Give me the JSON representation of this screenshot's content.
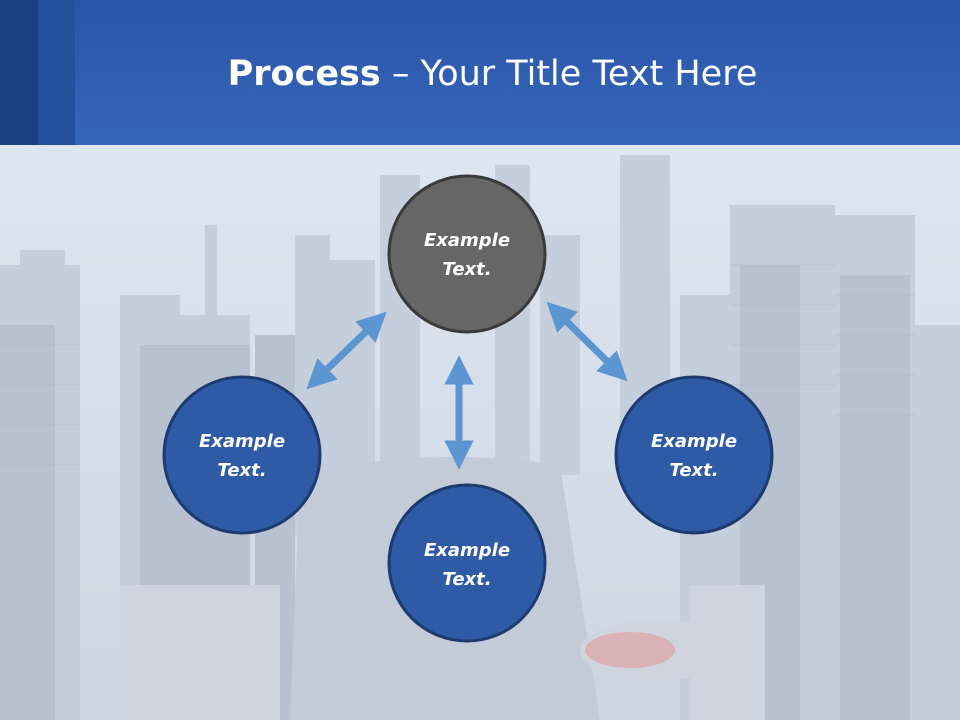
{
  "slide": {
    "title_bold": "Process",
    "title_rest": " – Your Title Text Here"
  },
  "diagram": {
    "nodes": [
      {
        "id": "top",
        "line1": "Example",
        "line2": "Text.",
        "color": "#666666"
      },
      {
        "id": "left",
        "line1": "Example",
        "line2": "Text.",
        "color": "#2f5aa6"
      },
      {
        "id": "right",
        "line1": "Example",
        "line2": "Text.",
        "color": "#2f5aa6"
      },
      {
        "id": "bottom",
        "line1": "Example",
        "line2": "Text.",
        "color": "#2f5aa6"
      }
    ],
    "arrow_color": "#5b95d2"
  }
}
